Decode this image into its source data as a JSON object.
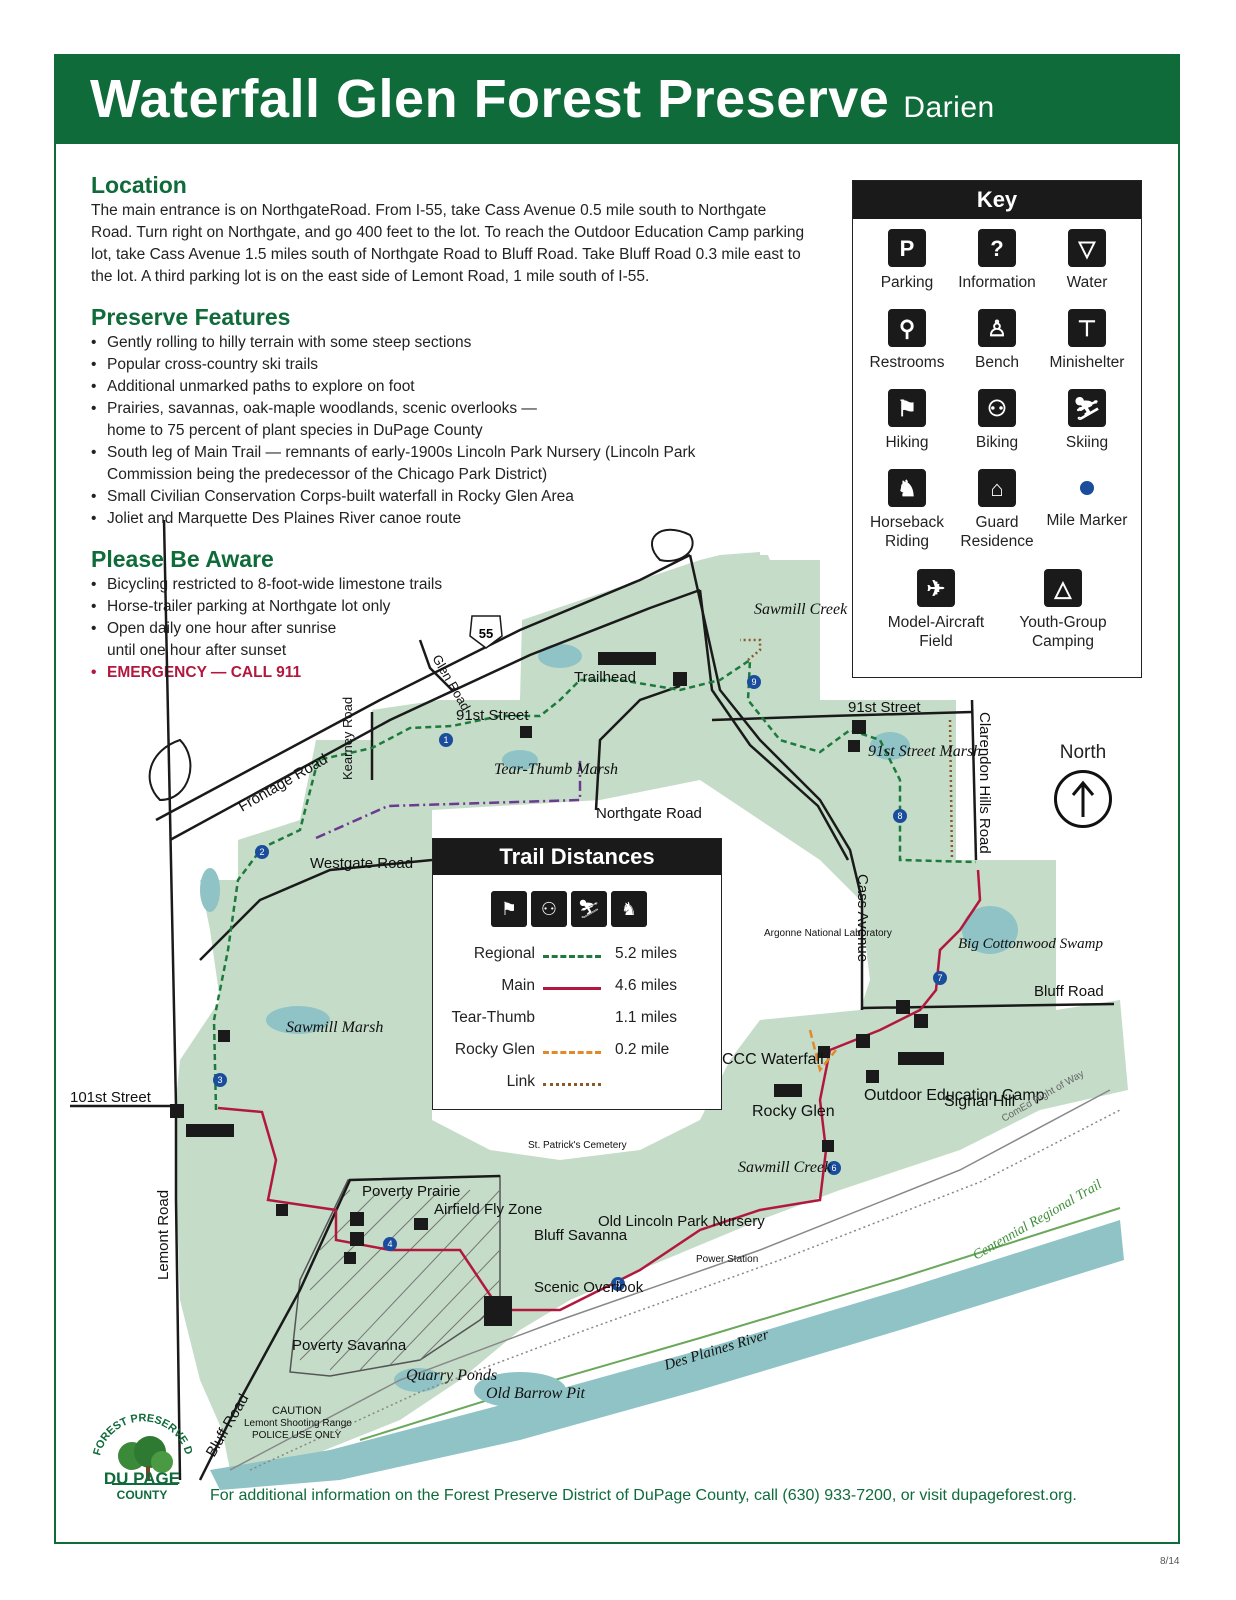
{
  "header": {
    "title": "Waterfall Glen Forest Preserve",
    "subtitle": "Darien"
  },
  "location": {
    "heading": "Location",
    "text": "The main entrance is on NorthgateRoad. From I-55, take Cass Avenue 0.5 mile south to Northgate Road. Turn right on Northgate, and go 400 feet to the lot. To reach the Outdoor Education Camp parking lot, take Cass Avenue 1.5 miles south of Northgate Road to Bluff Road. Take Bluff Road 0.3 mile east to the lot. A third parking lot is on the east side of Lemont Road, 1 mile south of I-55."
  },
  "features": {
    "heading": "Preserve Features",
    "items": [
      "Gently rolling to hilly terrain with some steep sections",
      "Popular cross-country ski trails",
      "Additional unmarked paths to explore on foot",
      "Prairies, savannas, oak-maple woodlands, scenic overlooks — home to 75 percent of plant species in DuPage County",
      "South leg of Main Trail — remnants of early-1900s Lincoln Park Nursery (Lincoln Park Commission being the predecessor of the Chicago Park District)",
      "Small Civilian Conservation Corps-built waterfall in Rocky Glen Area",
      "Joliet and Marquette Des Plaines River canoe route"
    ]
  },
  "aware": {
    "heading": "Please Be Aware",
    "items": [
      "Bicycling restricted to 8-foot-wide limestone trails",
      "Horse-trailer parking at Northgate lot only",
      "Open daily one hour after sunrise until one hour after sunset"
    ],
    "emergency": "EMERGENCY — CALL 911"
  },
  "key": {
    "title": "Key",
    "items": [
      {
        "label": "Parking",
        "icon": "parking-icon",
        "glyph": "P"
      },
      {
        "label": "Information",
        "icon": "information-icon",
        "glyph": "?"
      },
      {
        "label": "Water",
        "icon": "water-icon",
        "glyph": "▽"
      },
      {
        "label": "Restrooms",
        "icon": "restrooms-icon",
        "glyph": "⚲"
      },
      {
        "label": "Bench",
        "icon": "bench-icon",
        "glyph": "♙"
      },
      {
        "label": "Minishelter",
        "icon": "minishelter-icon",
        "glyph": "⊤"
      },
      {
        "label": "Hiking",
        "icon": "hiking-icon",
        "glyph": "⚑"
      },
      {
        "label": "Biking",
        "icon": "biking-icon",
        "glyph": "⚇"
      },
      {
        "label": "Skiing",
        "icon": "skiing-icon",
        "glyph": "⛷"
      },
      {
        "label": "Horseback Riding",
        "icon": "horseback-icon",
        "glyph": "♞"
      },
      {
        "label": "Guard Residence",
        "icon": "guard-residence-icon",
        "glyph": "⌂"
      },
      {
        "label": "Mile Marker",
        "icon": "mile-marker-icon",
        "glyph": ""
      },
      {
        "label": "Model-Aircraft Field",
        "icon": "model-aircraft-icon",
        "glyph": "✈"
      },
      {
        "label": "Youth-Group Camping",
        "icon": "camping-icon",
        "glyph": "△"
      }
    ]
  },
  "trail_distances": {
    "title": "Trail Distances",
    "rows": [
      {
        "name": "Regional",
        "value": "5.2 miles",
        "color": "#1e7a3c",
        "style": "dashed"
      },
      {
        "name": "Main",
        "value": "4.6 miles",
        "color": "#b2183d",
        "style": "solid"
      },
      {
        "name": "Tear-Thumb",
        "value": "1.1 miles",
        "color": "#6b3a91",
        "style": "dashdot"
      },
      {
        "name": "Rocky Glen",
        "value": "0.2 mile",
        "color": "#e08a2a",
        "style": "dashed"
      },
      {
        "name": "Link",
        "value": "",
        "color": "#8a5a2b",
        "style": "dotted"
      }
    ]
  },
  "north": "North",
  "map_labels": {
    "i55": "55",
    "frontage": "Frontage Road",
    "glen": "Glen Road",
    "kearney": "Kearney Road",
    "st91_w": "91st Street",
    "st91_e": "91st Street",
    "trailhead": "Trailhead",
    "tearthumb": "Tear-Thumb Marsh",
    "northgate": "Northgate Road",
    "westgate": "Westgate Road",
    "sawmill_n": "Sawmill Creek",
    "marsh91": "91st Street Marsh",
    "clarendon": "Clarendon Hills Road",
    "cass": "Cass Avenue",
    "argonne": "Argonne National Laboratory",
    "bigcotton": "Big Cottonwood Swamp",
    "bluff_e": "Bluff Road",
    "ccc": "CCC Waterfall",
    "rockyglen": "Rocky Glen",
    "outdoor": "Outdoor Education Camp",
    "signal": "Signal Hill",
    "comed": "ComEd Right of Way",
    "sawmill_s": "Sawmill Creek",
    "sawmill_marsh": "Sawmill Marsh",
    "st101": "101st Street",
    "lemont": "Lemont Road",
    "stpatrick": "St. Patrick's Cemetery",
    "povprairie": "Poverty Prairie",
    "airfield": "Airfield Fly Zone",
    "bluffsav": "Bluff Savanna",
    "oldlincoln": "Old Lincoln Park Nursery",
    "power": "Power Station",
    "scenic": "Scenic Overlook",
    "centennial": "Centennial Regional Trail",
    "desplaines": "Des Plaines River",
    "povsav": "Poverty Savanna",
    "quarry": "Quarry Ponds",
    "barrow": "Old Barrow Pit",
    "caution1": "CAUTION",
    "caution2": "Lemont Shooting Range",
    "caution3": "POLICE USE ONLY",
    "bluff_w": "Bluff Road"
  },
  "mile_markers": [
    "1",
    "2",
    "3",
    "4",
    "5",
    "6",
    "7",
    "8",
    "9"
  ],
  "logo": {
    "arc": "FOREST PRESERVE DISTRICT",
    "line1": "DU PAGE",
    "line2": "COUNTY"
  },
  "footer": "For additional information on the Forest Preserve District of DuPage County, call (630) 933-7200, or visit dupageforest.org.",
  "page_number": "8/14"
}
